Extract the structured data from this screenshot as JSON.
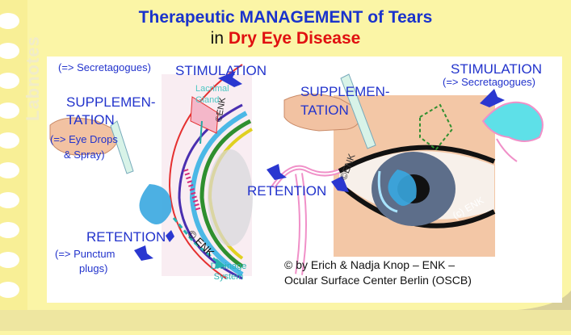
{
  "title": {
    "line1": "Therapeutic MANAGEMENT of Tears",
    "line2_prefix": "in",
    "line2_emphasis": "Dry Eye Disease"
  },
  "side_label": "Labnotes",
  "left": {
    "secretagogues": "(=> Secretagogues)",
    "stimulation": "STIMULATION",
    "supplementation_1": "SUPPLEMEN-",
    "supplementation_2": "TATION",
    "eye_drops_1": "(=> Eye Drops",
    "eye_drops_2": "& Spray)",
    "retention": "RETENTION",
    "punctum_1": "(=> Punctum",
    "punctum_2": "plugs)",
    "lacrimal_1": "Lacrimal",
    "lacrimal_2": "Gland",
    "drainage_1": "Drainage",
    "drainage_2": "System",
    "enk_1": "©ENK",
    "enk_2": "© ENK"
  },
  "right": {
    "stimulation": "STIMULATION",
    "secretagogues": "(=> Secretagogues)",
    "supplementation_1": "SUPPLEMEN-",
    "supplementation_2": "TATION",
    "retention": "RETENTION",
    "enk_1": "©ENK",
    "enk_2": "(c) ENK"
  },
  "credit": {
    "line1": "© by Erich & Nadja Knop – ENK –",
    "line2": "Ocular Surface Center Berlin (OSCB)"
  },
  "colors": {
    "background": "#fbf5a6",
    "title_blue": "#1a33cc",
    "emphasis_red": "#e01010",
    "label_blue": "#2233cc",
    "drainage_teal": "#27b3b0",
    "pink_outline": "#f090c8",
    "arrow_blue": "#2a37d0"
  }
}
